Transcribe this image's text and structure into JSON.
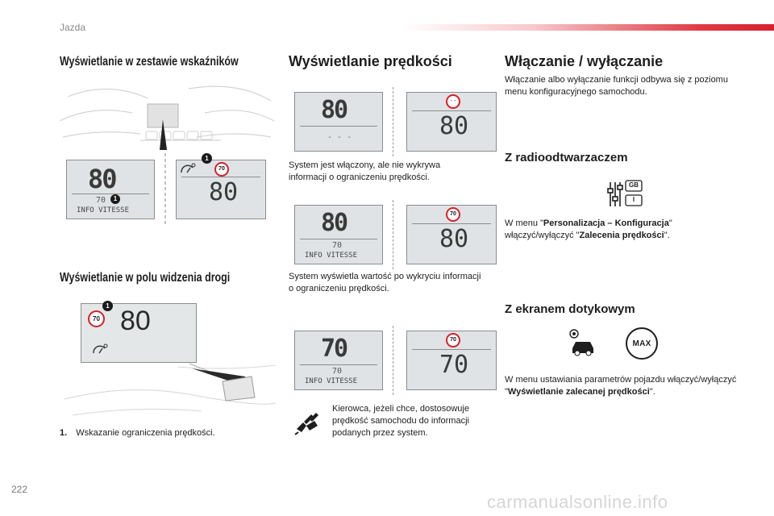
{
  "header": {
    "section": "Jazda"
  },
  "col1": {
    "title1": "Wyświetlanie w zestawie wskaźników",
    "title2": "Wyświetlanie w polu widzenia drogi",
    "illus": {
      "speed": "80",
      "limit": "70",
      "info": "INFO VITESSE",
      "callout": "1"
    },
    "footnote_num": "1.",
    "footnote_text": "Wskazanie ograniczenia prędkości."
  },
  "col2": {
    "title": "Wyświetlanie prędkości",
    "panel1": {
      "speed": "80",
      "dashes": "- - -",
      "sign": "- -"
    },
    "panel1_text": "System jest włączony, ale nie wykrywa informacji o ograniczeniu prędkości.",
    "panel2": {
      "speed": "80",
      "limit": "70",
      "info": "INFO VITESSE"
    },
    "panel2_text": "System wyświetla wartość po wykryciu informacji o ograniczeniu prędkości.",
    "panel3": {
      "speed": "70",
      "limit": "70",
      "info": "INFO VITESSE"
    },
    "panel3_text": "Kierowca, jeżeli chce, dostosowuje prędkość samochodu do informacji podanych przez system."
  },
  "col3": {
    "title": "Włączanie / wyłączanie",
    "intro": "Włączanie albo wyłączanie funkcji odbywa się z poziomu menu konfiguracyjnego samochodu.",
    "radio_title": "Z radioodtwarzaczem",
    "radio_icon_labels": {
      "gb": "GB",
      "i": "I"
    },
    "radio_text_1": "W menu \"",
    "radio_bold_1": "Personalizacja – Konfiguracja",
    "radio_text_2": "\" włączyć/wyłączyć \"",
    "radio_bold_2": "Zalecenia prędkości",
    "radio_text_3": "\".",
    "touch_title": "Z ekranem dotykowym",
    "touch_max": "MAX",
    "touch_text_1": "W menu ustawiania parametrów pojazdu włączyć/wyłączyć \"",
    "touch_bold": "Wyświetlanie zalecanej prędkości",
    "touch_text_2": "\"."
  },
  "footer": {
    "page_number": "222",
    "watermark": "carmanualsonline.info"
  }
}
